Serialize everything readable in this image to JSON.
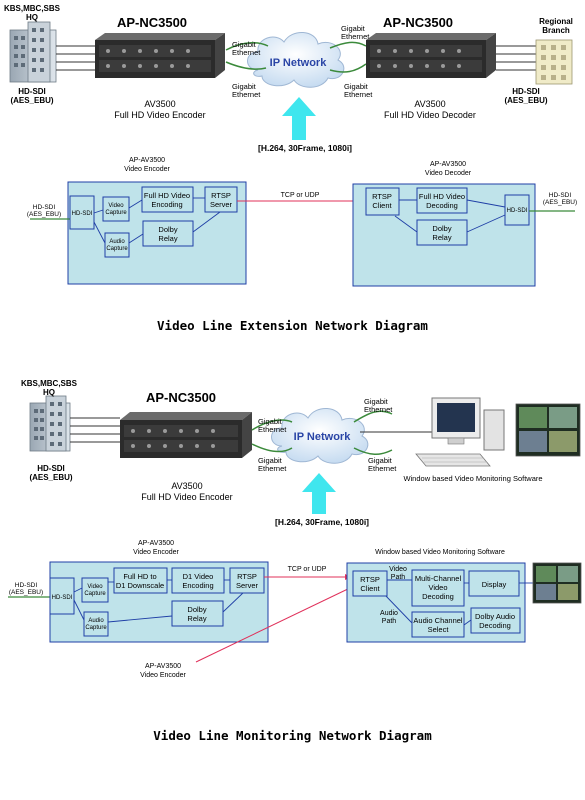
{
  "diagram1": {
    "hq_label_line1": "KBS,MBC,SBS",
    "hq_label_line2": "HQ",
    "hq_signal_line1": "HD-SDI",
    "hq_signal_line2": "(AES_EBU)",
    "encoder_model": "AP-NC3500",
    "decoder_model": "AP-NC3500",
    "gigabit_1a": "Gigabit",
    "gigabit_1b": "Ethernet",
    "gigabit_2a": "Gigabit",
    "gigabit_2b": "Ethernet",
    "gigabit_3a": "Gigabit",
    "gigabit_3b": "Ethernet",
    "gigabit_4a": "Gigabit",
    "gigabit_4b": "Ethernet",
    "cloud_label": "IP Network",
    "branch_line1": "Regional",
    "branch_line2": "Branch",
    "branch_signal_line1": "HD-SDI",
    "branch_signal_line2": "(AES_EBU)",
    "encoder_name_line1": "AV3500",
    "encoder_name_line2": "Full HD Video Encoder",
    "decoder_name_line1": "AV3500",
    "decoder_name_line2": "Full HD Video Decoder",
    "stream_spec": "[H.264, 30Frame, 1080i]",
    "enc_block_title1": "AP-AV3500",
    "enc_block_title2": "Video Encoder",
    "dec_block_title1": "AP-AV3500",
    "dec_block_title2": "Video Decoder",
    "in_signal1": "HD-SDI",
    "in_signal2": "(AES_EBU)",
    "out_signal1": "HD-SDI",
    "out_signal2": "(AES_EBU)",
    "hdsdi_in": "HD-SDI",
    "video_capture1": "Video",
    "video_capture2": "Capture",
    "audio_capture1": "Audio",
    "audio_capture2": "Capture",
    "fullhd_enc1": "Full HD Video",
    "fullhd_enc2": "Encoding",
    "rtsp_server1": "RTSP",
    "rtsp_server2": "Server",
    "dolby1": "Dolby",
    "dolby2": "Relay",
    "tcp_udp": "TCP or UDP",
    "rtsp_client1": "RTSP",
    "rtsp_client2": "Client",
    "fullhd_dec1": "Full HD Video",
    "fullhd_dec2": "Decoding",
    "dolby_dec1": "Dolby",
    "dolby_dec2": "Relay",
    "hdsdi_out": "HD-SDI",
    "caption": "Video Line Extension Network Diagram"
  },
  "diagram2": {
    "hq_label_line1": "KBS,MBC,SBS",
    "hq_label_line2": "HQ",
    "hq_signal_line1": "HD-SDI",
    "hq_signal_line2": "(AES_EBU)",
    "encoder_model": "AP-NC3500",
    "gigabit_1a": "Gigabit",
    "gigabit_1b": "Ethernet",
    "gigabit_2a": "Gigabit",
    "gigabit_2b": "Ethernet",
    "gigabit_3a": "Gigabit",
    "gigabit_3b": "Ethernet",
    "gigabit_4a": "Gigabit",
    "gigabit_4b": "Ethernet",
    "cloud_label": "IP Network",
    "encoder_name_line1": "AV3500",
    "encoder_name_line2": "Full HD Video Encoder",
    "pc_label": "Window based Video Monitoring Software",
    "stream_spec": "[H.264, 30Frame, 1080i]",
    "enc_block_title1": "AP-AV3500",
    "enc_block_title2": "Video Encoder",
    "sw_block_title": "Window based Video Monitoring Software",
    "in_signal1": "HD-SDI",
    "in_signal2": "(AES_EBU)",
    "hdsdi_in": "HD-SDI",
    "video_capture1": "Video",
    "video_capture2": "Capture",
    "audio_capture1": "Audio",
    "audio_capture2": "Capture",
    "downscale1": "Full HD to",
    "downscale2": "D1 Downscale",
    "d1_enc1": "D1 Video",
    "d1_enc2": "Encoding",
    "rtsp_server1": "RTSP",
    "rtsp_server2": "Server",
    "dolby1": "Dolby",
    "dolby2": "Relay",
    "tcp_udp": "TCP or UDP",
    "rtsp_client1": "RTSP",
    "rtsp_client2": "Client",
    "video_path1": "Video",
    "video_path2": "Path",
    "audio_path1": "Audio",
    "audio_path2": "Path",
    "mc_dec1": "Multi-Channel",
    "mc_dec2": "Video",
    "mc_dec3": "Decoding",
    "display": "Display",
    "audio_sel1": "Audio Channel",
    "audio_sel2": "Select",
    "dolby_audio1": "Dolby Audio",
    "dolby_audio2": "Decoding",
    "extra_enc1": "AP-AV3500",
    "extra_enc2": "Video Encoder",
    "caption": "Video Line Monitoring Network Diagram"
  },
  "colors": {
    "block_fill": "#bfe3ea",
    "box_border": "#1f3fa6",
    "link_green": "#3b8a3b",
    "link_red": "#e0305a",
    "arrow_cyan": "#3fe6ee",
    "cloud_blue": "#2a45a6"
  }
}
